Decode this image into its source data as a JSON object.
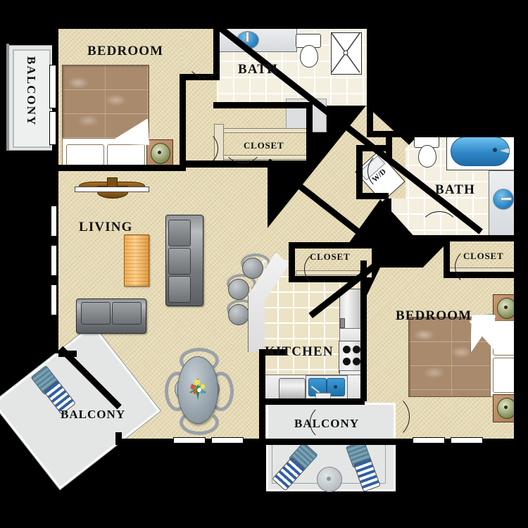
{
  "plan": {
    "title": "Two Bedroom Two Bath Apartment Floor Plan",
    "background_color": "#000000",
    "floor_color": "#e6dab3",
    "tile_color": "#f4efdf",
    "wall_color": "#000000",
    "deck_color": "#e4e6e6"
  },
  "rooms": [
    {
      "key": "bedroom_left",
      "label": "BEDROOM",
      "type": "bedroom"
    },
    {
      "key": "bath_top",
      "label": "BATH",
      "type": "bathroom"
    },
    {
      "key": "closet_top",
      "label": "CLOSET",
      "type": "closet"
    },
    {
      "key": "living",
      "label": "LIVING",
      "type": "living"
    },
    {
      "key": "kitchen",
      "label": "KITCHEN",
      "type": "kitchen"
    },
    {
      "key": "closet_mid",
      "label": "CLOSET",
      "type": "closet"
    },
    {
      "key": "bath_right",
      "label": "BATH",
      "type": "bathroom"
    },
    {
      "key": "closet_right",
      "label": "CLOSET",
      "type": "closet"
    },
    {
      "key": "bedroom_right",
      "label": "BEDROOM",
      "type": "bedroom"
    },
    {
      "key": "balcony_left",
      "label": "BALCONY",
      "type": "balcony"
    },
    {
      "key": "balcony_sw",
      "label": "BALCONY",
      "type": "balcony"
    },
    {
      "key": "balcony_bottom",
      "label": "BALCONY",
      "type": "balcony"
    }
  ],
  "labels": {
    "bedroom_left": "BEDROOM",
    "bedroom_right": "BEDROOM",
    "bath_top": "BATH",
    "bath_right": "BATH",
    "living": "LIVING",
    "kitchen": "KITCHEN",
    "closet_top": "CLOSET",
    "closet_mid": "CLOSET",
    "closet_right": "CLOSET",
    "balcony_left": "BALCONY",
    "balcony_sw": "BALCONY",
    "balcony_bottom": "BALCONY",
    "washer_dryer": "W/D"
  },
  "fixtures": {
    "bath_top": [
      "sink-vanity",
      "toilet",
      "shower-stall"
    ],
    "bath_right": [
      "toilet",
      "bathtub",
      "sink-vanity"
    ],
    "kitchen": [
      "refrigerator",
      "range-stove",
      "double-sink",
      "dishwasher",
      "breakfast-bar",
      "bar-stool",
      "bar-stool",
      "bar-stool"
    ],
    "laundry": [
      "washer-dryer"
    ],
    "living": [
      "ceiling-fan",
      "sofa",
      "loveseat",
      "coffee-table"
    ],
    "dining": [
      "oval-dining-table",
      "dining-chair",
      "dining-chair",
      "dining-chair",
      "dining-chair",
      "flower-centerpiece"
    ],
    "bedroom_left": [
      "queen-bed",
      "nightstand-lamp"
    ],
    "bedroom_right": [
      "queen-bed",
      "nightstand-lamp",
      "nightstand-lamp"
    ],
    "balcony_left": [
      "none"
    ],
    "balcony_sw": [
      "lounge-chair"
    ],
    "balcony_bottom": [
      "lounge-chair",
      "lounge-chair",
      "patio-table"
    ]
  }
}
